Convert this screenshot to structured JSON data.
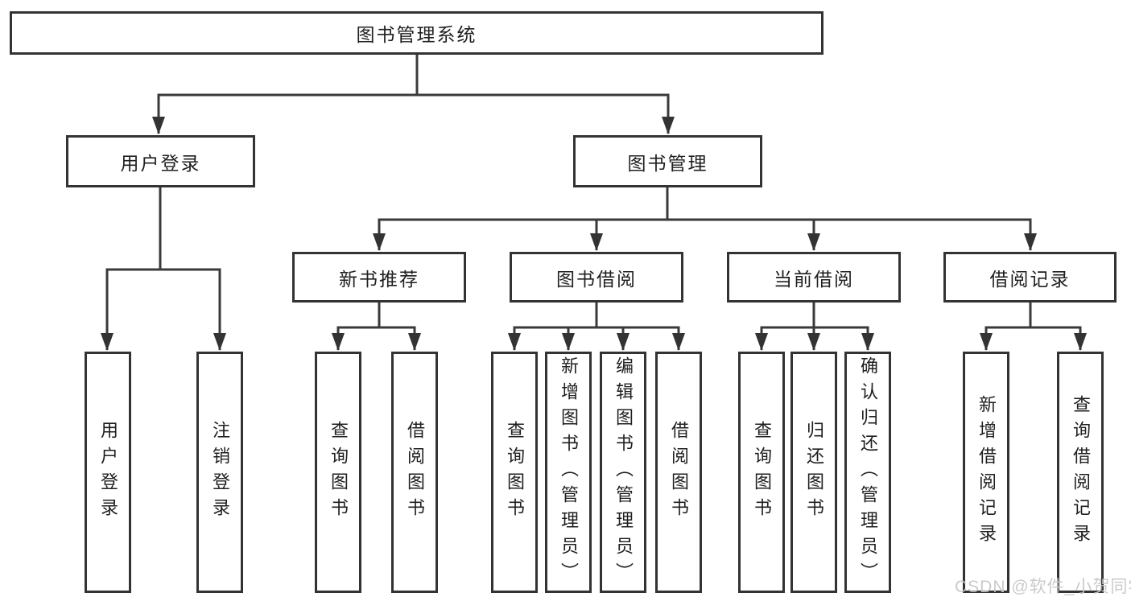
{
  "tree": {
    "label": "图书管理系统",
    "children": [
      {
        "label": "用户登录",
        "children": [
          {
            "label": "用户登录"
          },
          {
            "label": "注销登录"
          }
        ]
      },
      {
        "label": "图书管理",
        "children": [
          {
            "label": "新书推荐",
            "children": [
              {
                "label": "查询图书"
              },
              {
                "label": "借阅图书"
              }
            ]
          },
          {
            "label": "图书借阅",
            "children": [
              {
                "label": "查询图书"
              },
              {
                "label": "新增图书（管理员）"
              },
              {
                "label": "编辑图书（管理员）"
              },
              {
                "label": "借阅图书"
              }
            ]
          },
          {
            "label": "当前借阅",
            "children": [
              {
                "label": "查询图书"
              },
              {
                "label": "归还图书"
              },
              {
                "label": "确认归还（管理员）"
              }
            ]
          },
          {
            "label": "借阅记录",
            "children": [
              {
                "label": "新增借阅记录"
              },
              {
                "label": "查询借阅记录"
              }
            ]
          }
        ]
      }
    ]
  },
  "watermark": {
    "text": "CSDN @软件_小贺同学"
  },
  "colors": {
    "line": "#3a3a3a",
    "box_border": "#333333",
    "text": "#1f1f1f",
    "watermark": "#c8c8c8",
    "background": "#ffffff"
  }
}
